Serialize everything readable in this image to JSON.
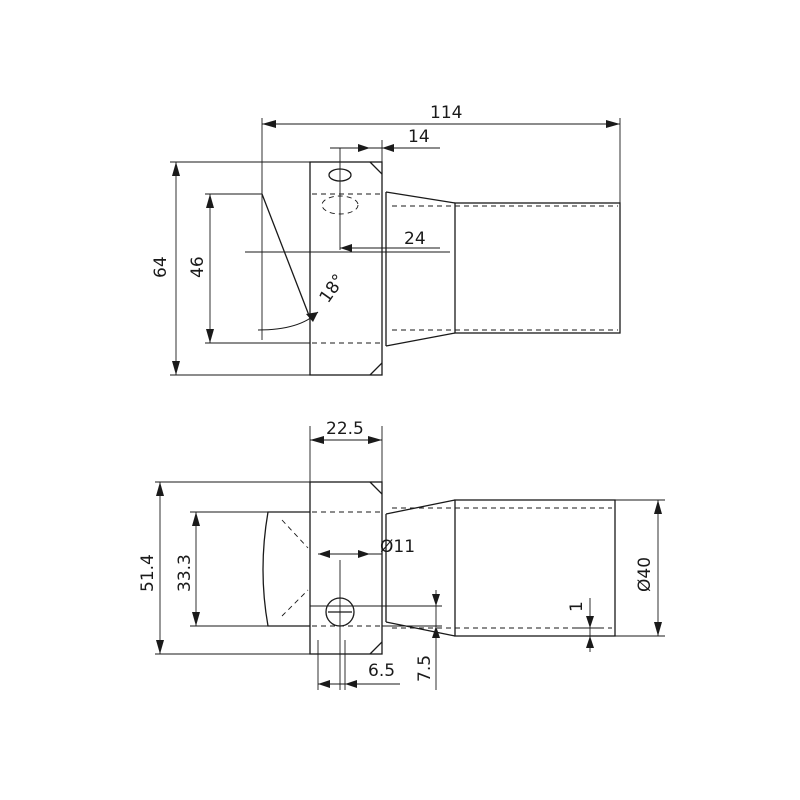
{
  "dimensions": {
    "top_overall_length": "114",
    "top_collar_width": "14",
    "top_height": "64",
    "top_inner_height": "46",
    "top_offset": "24",
    "top_angle": "18°",
    "bottom_collar_width": "22.5",
    "bottom_height": "51.4",
    "bottom_inner_height": "33.3",
    "bottom_bore": "Ø11",
    "bottom_tube_diameter": "Ø40",
    "bottom_gap": "1",
    "bottom_screw_offset": "7.5",
    "bottom_screw_width": "6.5"
  }
}
